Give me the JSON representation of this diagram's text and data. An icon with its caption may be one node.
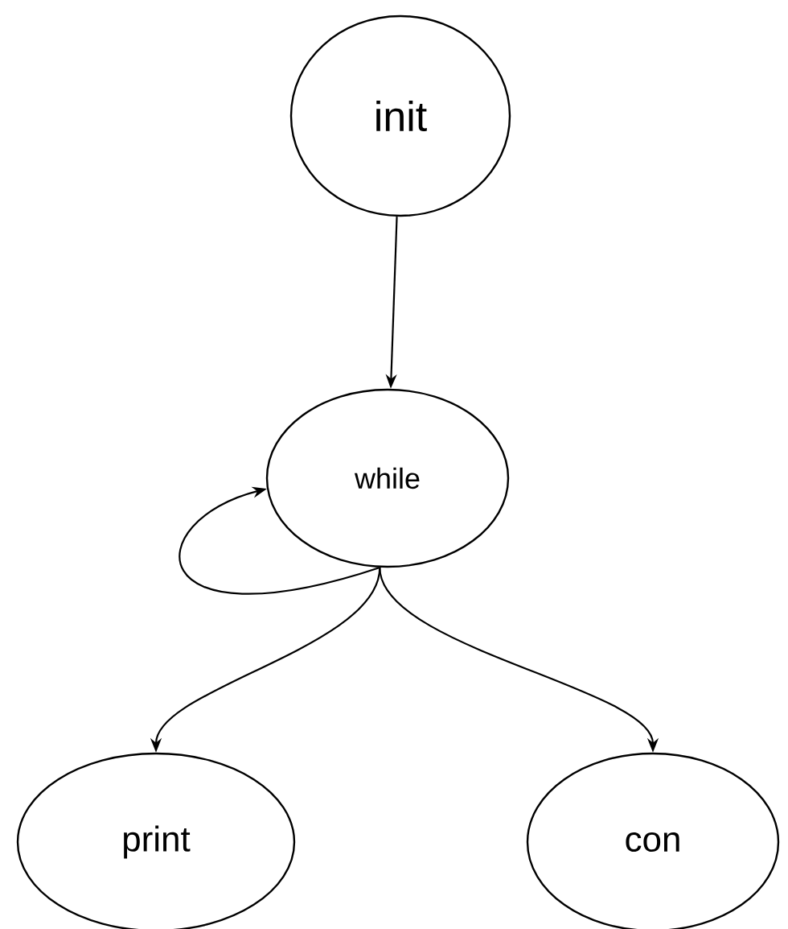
{
  "diagram": {
    "nodes": [
      {
        "text": [
          "init"
        ]
      },
      {
        "text": [
          "while"
        ]
      },
      {
        "text": [
          "print"
        ]
      },
      {
        "text": [
          "con"
        ]
      }
    ],
    "edges": [
      {
        "from": 0,
        "to": 1,
        "arrow": "to"
      },
      {
        "from": 1,
        "to": 1,
        "arrow": "to"
      },
      {
        "from": 1,
        "to": 2,
        "arrow": "to"
      },
      {
        "from": 1,
        "to": 3,
        "arrow": "to"
      }
    ]
  }
}
